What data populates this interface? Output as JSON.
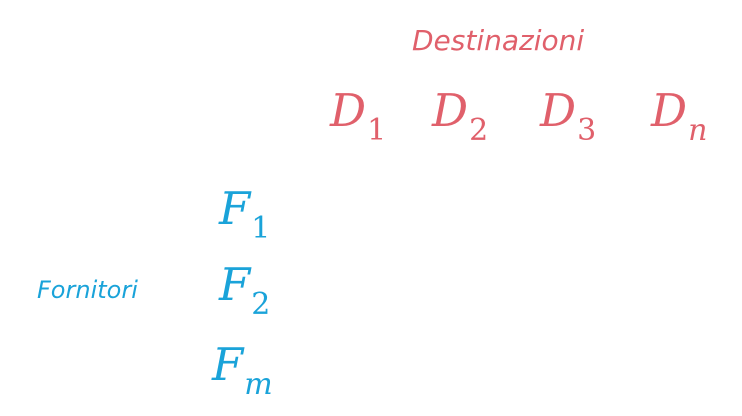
{
  "colors": {
    "destinations": "#e0606b",
    "suppliers": "#1aa3d9"
  },
  "destinations": {
    "title": "Destinazioni",
    "symbol": "D",
    "items": [
      {
        "sub": "1"
      },
      {
        "sub": "2"
      },
      {
        "sub": "3"
      },
      {
        "sub": "n"
      }
    ]
  },
  "suppliers": {
    "title": "Fornitori",
    "symbol": "F",
    "items": [
      {
        "sub": "1"
      },
      {
        "sub": "2"
      },
      {
        "sub": "m"
      }
    ]
  }
}
